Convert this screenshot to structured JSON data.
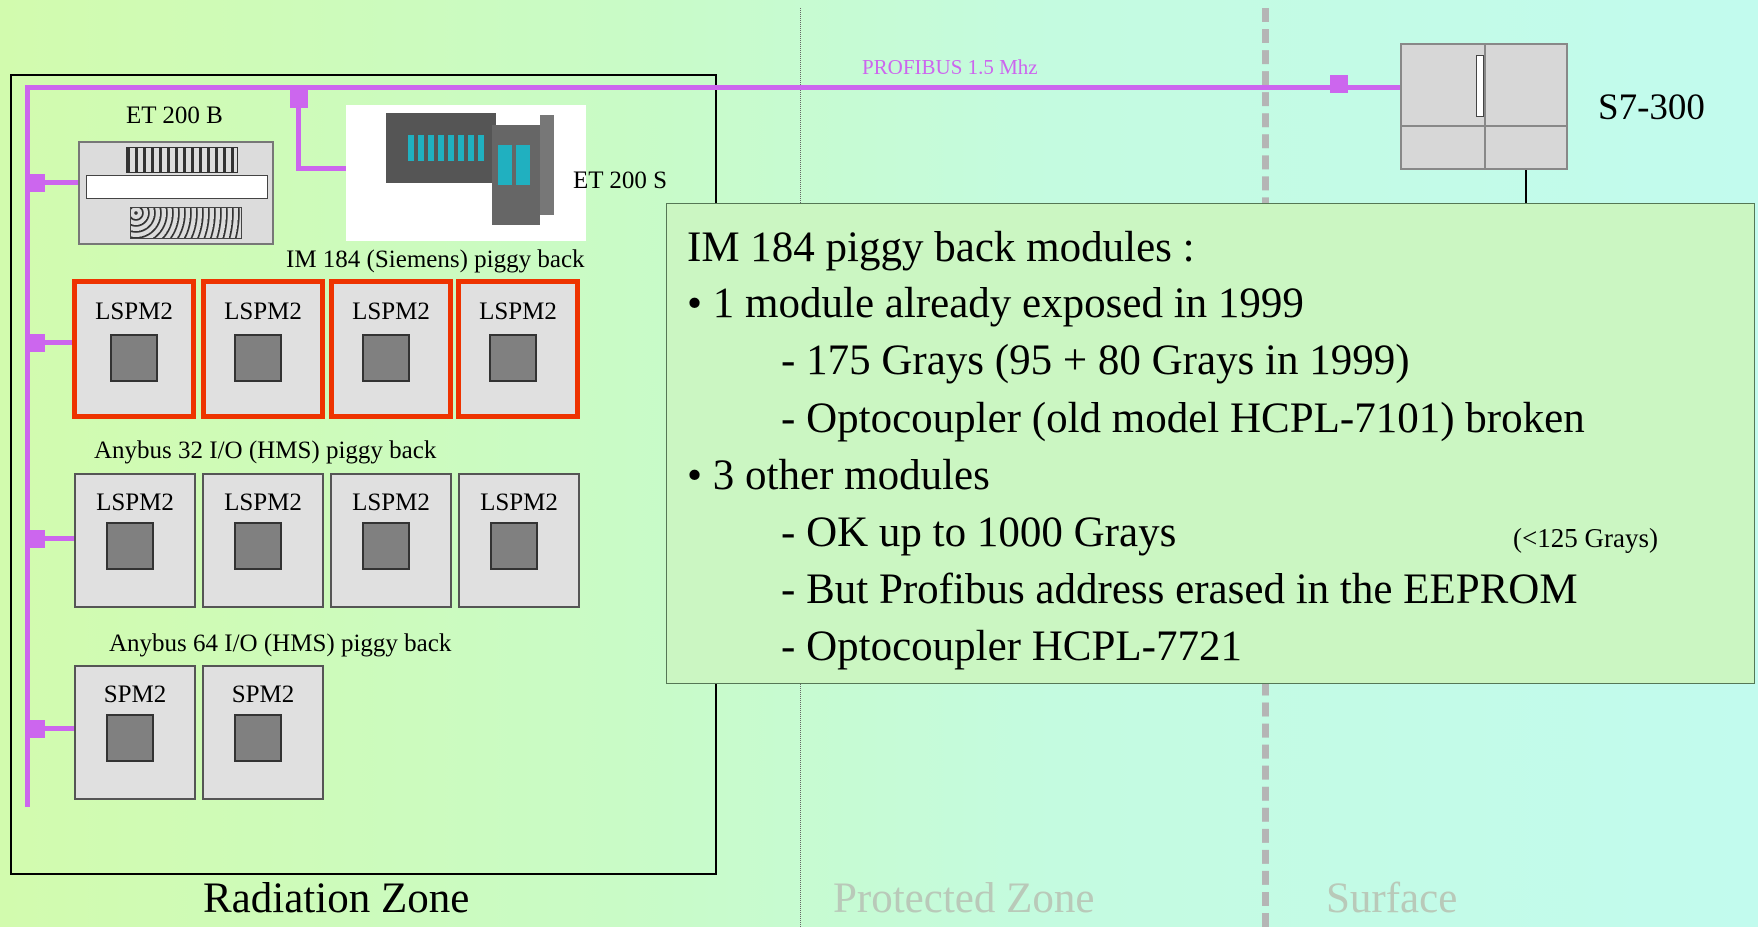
{
  "bus": {
    "label": "PROFIBUS 1.5 Mhz",
    "color": "#cc66ee"
  },
  "plc": {
    "label": "S7-300"
  },
  "devices": {
    "et200b": "ET 200 B",
    "et200s": "ET 200 S"
  },
  "groups": [
    {
      "title": "IM 184 (Siemens) piggy back",
      "modules": [
        "LSPM2",
        "LSPM2",
        "LSPM2",
        "LSPM2"
      ]
    },
    {
      "title": "Anybus 32 I/O (HMS) piggy back",
      "modules": [
        "LSPM2",
        "LSPM2",
        "LSPM2",
        "LSPM2"
      ]
    },
    {
      "title": "Anybus 64 I/O (HMS) piggy back",
      "modules": [
        "SPM2",
        "SPM2"
      ]
    }
  ],
  "zones": {
    "radiation": "Radiation Zone",
    "protected": "Protected Zone",
    "surface": "Surface"
  },
  "info": {
    "title": "IM 184 piggy back modules :",
    "b1": "• 1 module already exposed in 1999",
    "b1a": "- 175 Grays (95 + 80 Grays in 1999)",
    "b1b": "- Optocoupler (old model HCPL-7101) broken",
    "b2": "• 3 other modules",
    "b2a": "- OK up to 1000 Grays",
    "b2a_note": "(<125 Grays)",
    "b2b": "- But Profibus address erased in the EEPROM",
    "b2c": "- Optocoupler HCPL-7721"
  },
  "colors": {
    "highlight": "#ee3300",
    "text_faded": "#b9c9b9"
  }
}
